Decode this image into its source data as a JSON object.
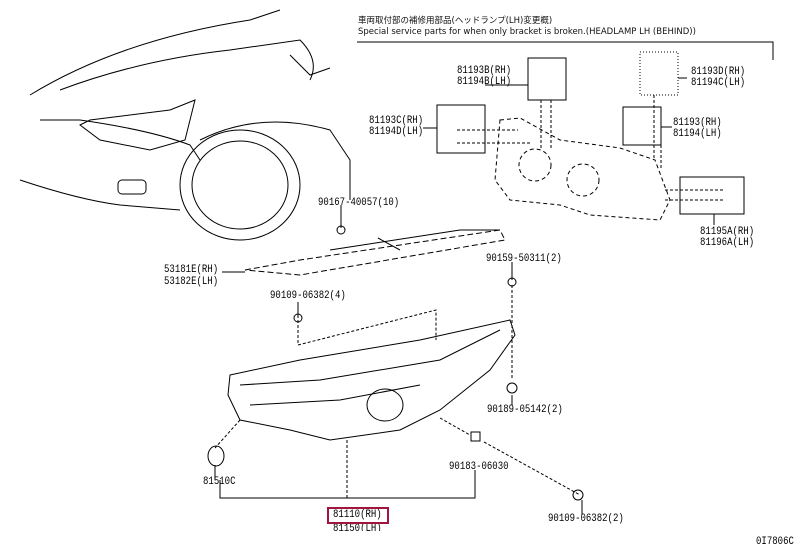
{
  "header": {
    "title_jp": "車両取付部の補修用部品(ヘッドランプ(LH)変更概)",
    "title_en": "Special service parts for when only bracket is broken.(HEADLAMP LH (BEHIND))"
  },
  "parts": {
    "p81193B": "81193B(RH)",
    "p81194B": "81194B(LH)",
    "p81193C": "81193C(RH)",
    "p81194D": "81194D(LH)",
    "p81193D": "81193D(RH)",
    "p81194C": "81194C(LH)",
    "p81193": "81193(RH)",
    "p81194": "81194(LH)",
    "p81195A": "81195A(RH)",
    "p81196A": "81196A(LH)",
    "p90167": "90167-40057(10)",
    "p53181E": "53181E(RH)",
    "p53182E": "53182E(LH)",
    "p90159": "90159-50311(2)",
    "p90109a": "90109-06382(4)",
    "p90189": "90189-05142(2)",
    "p90183": "90183-06030",
    "p81510C": "81510C",
    "p81110": "81110(RH)",
    "p81150": "81150(LH)",
    "p90109b": "90109-06382(2)"
  },
  "highlight_color": "#a0163e",
  "figure_code": "0I7806C"
}
